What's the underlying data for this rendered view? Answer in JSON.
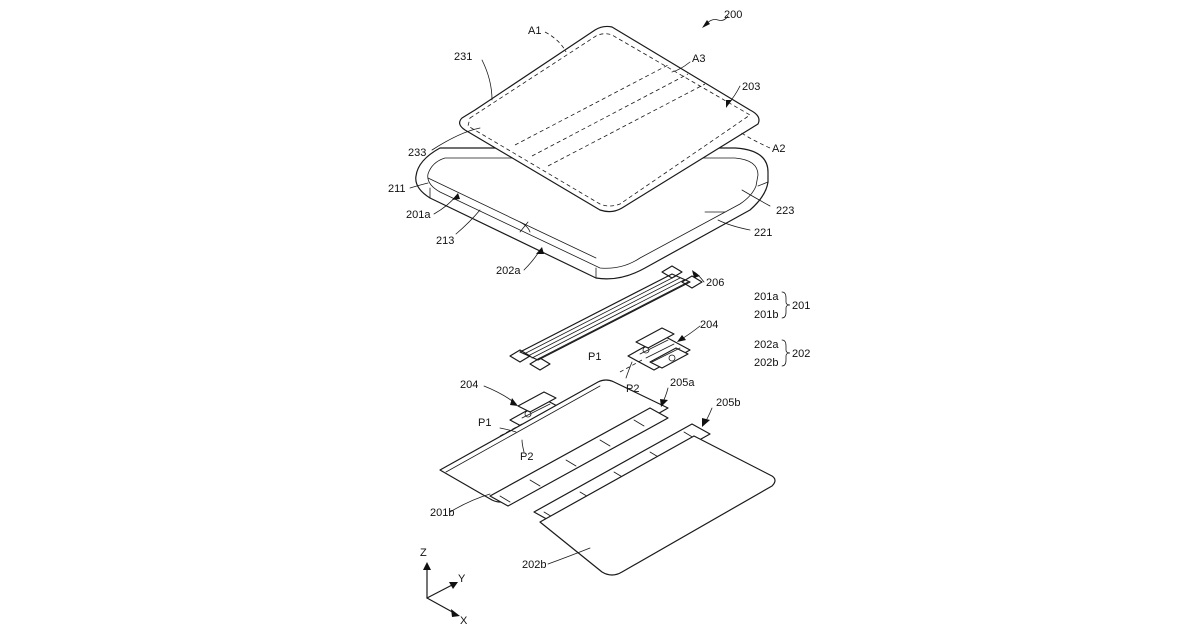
{
  "figure": {
    "reference": "200",
    "labels": {
      "A1": "A1",
      "A2": "A2",
      "A3": "A3",
      "l203": "203",
      "l231": "231",
      "l233": "233",
      "l211": "211",
      "l201a": "201a",
      "l213": "213",
      "l202a": "202a",
      "l221": "221",
      "l223": "223",
      "l206": "206",
      "l204_top": "204",
      "l204_left": "204",
      "P1_top": "P1",
      "P2_top": "P2",
      "P1_left": "P1",
      "P2_left": "P2",
      "l205a": "205a",
      "l205b": "205b",
      "l201b": "201b",
      "l202b": "202b"
    },
    "legend": {
      "group1": {
        "parts": [
          "201a",
          "201b"
        ],
        "name": "201"
      },
      "group2": {
        "parts": [
          "202a",
          "202b"
        ],
        "name": "202"
      }
    },
    "axes": {
      "z": "Z",
      "y": "Y",
      "x": "X"
    }
  }
}
